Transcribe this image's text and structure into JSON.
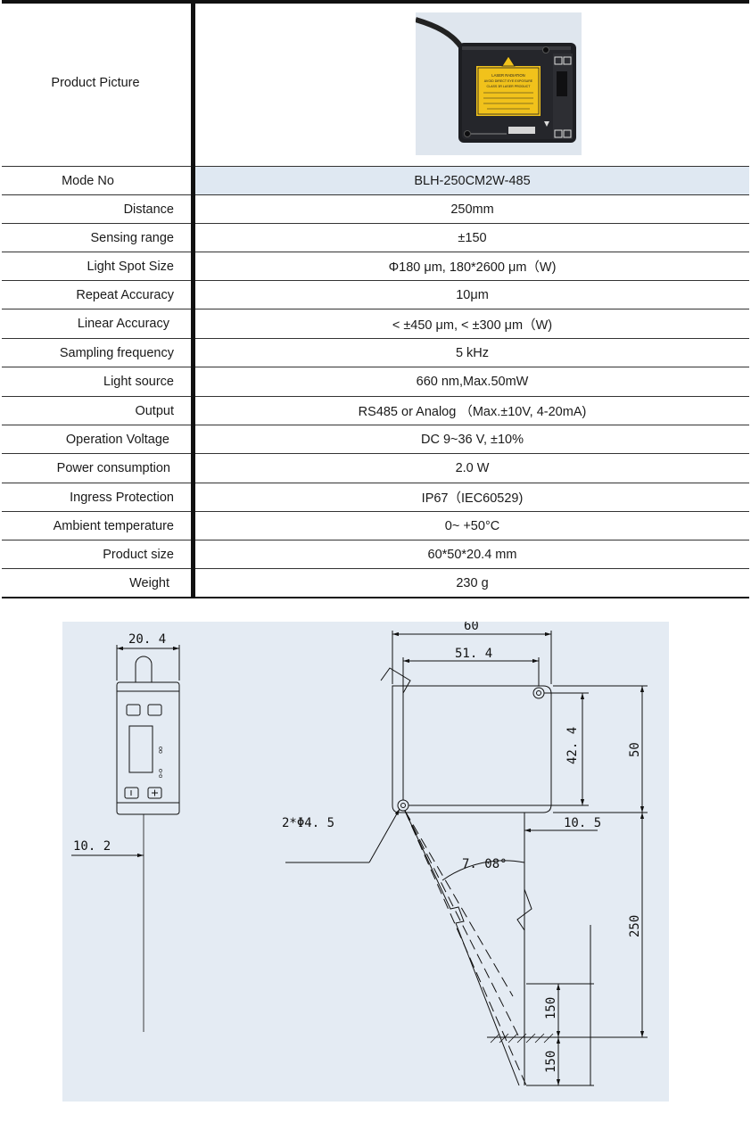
{
  "spec_table": {
    "product_picture_label": "Product Picture",
    "rows": [
      {
        "label": "Mode No",
        "value": "BLH-250CM2W-485"
      },
      {
        "label": "Distance",
        "value": "250mm"
      },
      {
        "label": "Sensing range",
        "value": "±150"
      },
      {
        "label": "Light Spot Size",
        "value": "Φ180 μm,  180*2600 μm（W)"
      },
      {
        "label": "Repeat Accuracy",
        "value": "10μm"
      },
      {
        "label": "Linear Accuracy",
        "value": "< ±450 μm,  < ±300 μm（W)"
      },
      {
        "label": "Sampling frequency",
        "value": "5 kHz"
      },
      {
        "label": "Light source",
        "value": "660 nm,Max.50mW"
      },
      {
        "label": "Output",
        "value": "RS485 or Analog （Max.±10V,  4-20mA)"
      },
      {
        "label": "Operation Voltage",
        "value": "DC 9~36 V,  ±10%"
      },
      {
        "label": "Power consumption",
        "value": "2.0 W"
      },
      {
        "label": "Ingress Protection",
        "value": "IP67（IEC60529)"
      },
      {
        "label": "Ambient temperature",
        "value": "0~ +50°C"
      },
      {
        "label": "Product size",
        "value": "60*50*20.4 mm"
      },
      {
        "label": "Weight",
        "value": "230 g"
      }
    ]
  },
  "product_photo": {
    "label_lines": [
      "LASER RADIATION",
      "AVOID DIRECT EYE EXPOSURE",
      "CLASS 3R LASER PRODUCT"
    ]
  },
  "drawing": {
    "side_width": "20. 4",
    "side_offset": "10. 2",
    "front_width": "60",
    "hole_spacing": "51. 4",
    "inner_height": "42. 4",
    "body_height": "50",
    "beam_offset": "10. 5",
    "mount_holes": "2*Φ4. 5",
    "beam_angle": "7. 08°",
    "ref_distance": "250",
    "range_upper": "150",
    "range_lower": "150"
  }
}
